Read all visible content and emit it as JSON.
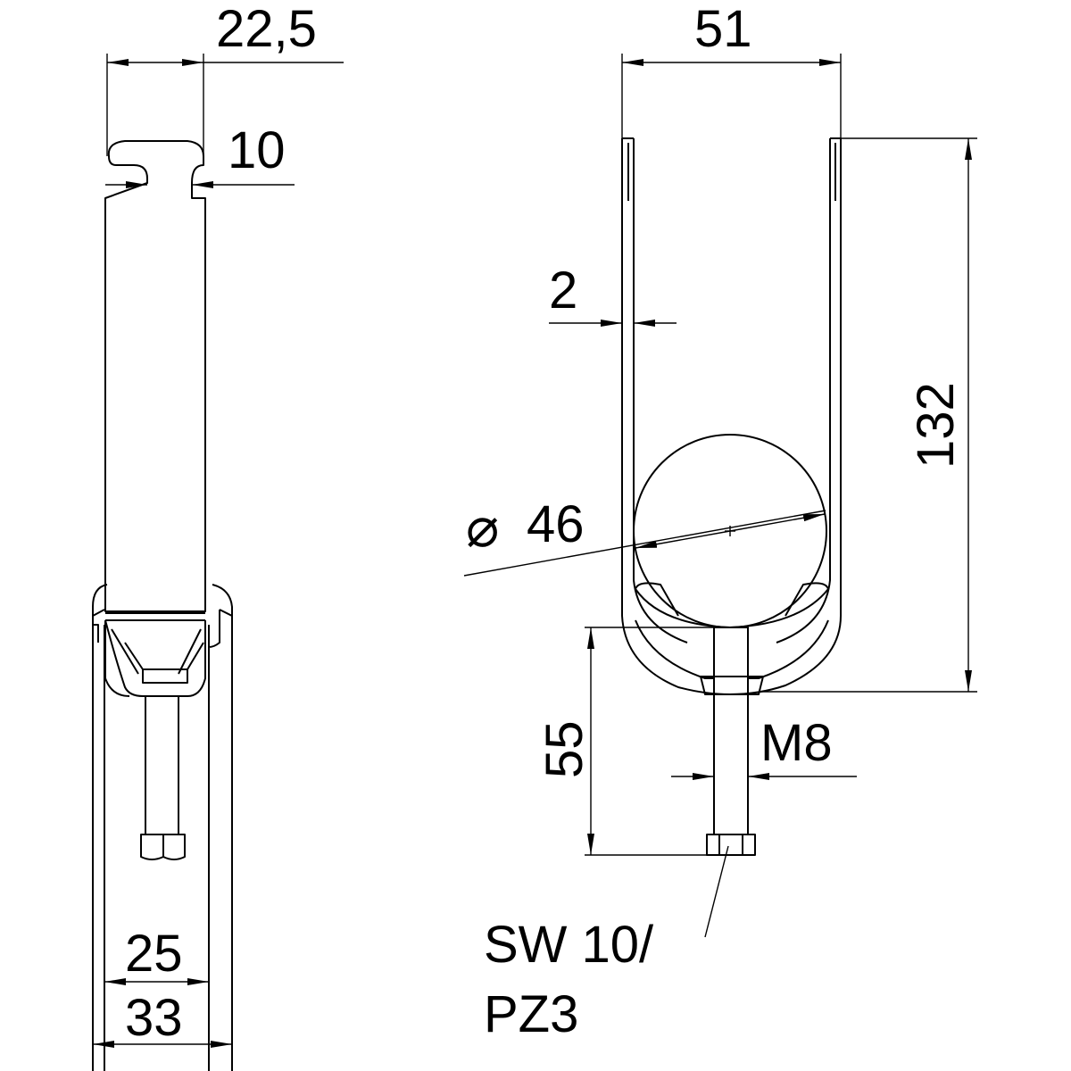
{
  "drawing": {
    "line_color": "#000000",
    "background": "#ffffff",
    "side_view": {
      "dim_width_top": "22,5",
      "dim_neck": "10",
      "dim_inner_width": "25",
      "dim_outer_width": "33"
    },
    "front_view": {
      "dim_width": "51",
      "dim_height": "132",
      "dim_thickness": "2",
      "dim_diameter_symbol": "⌀",
      "dim_diameter": "46",
      "dim_bolt_length": "55",
      "dim_thread": "M8",
      "note_line1": "SW 10/",
      "note_line2": "PZ3"
    }
  }
}
